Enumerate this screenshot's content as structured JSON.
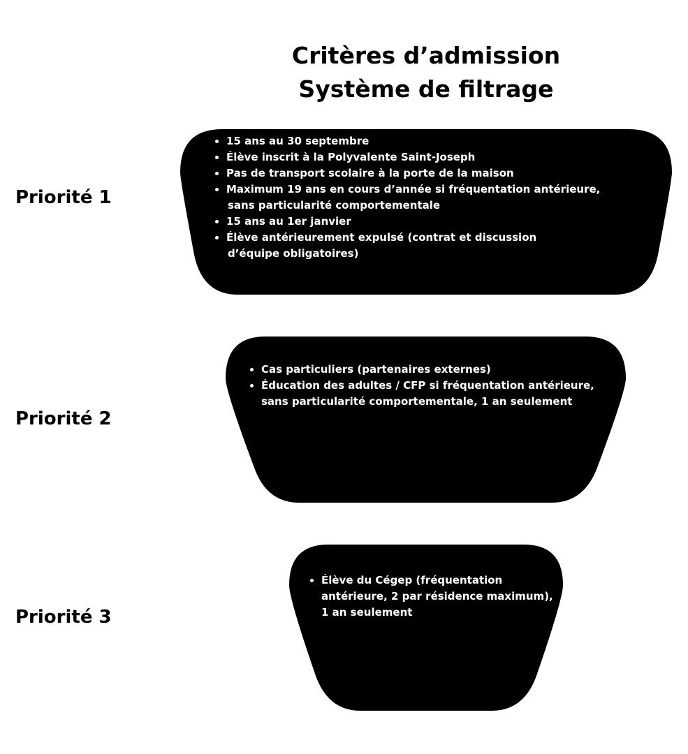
{
  "title": {
    "line1": "Critères d’admission",
    "line2": "Système de filtrage"
  },
  "priorities": [
    {
      "label": "Priorité 1",
      "items": [
        {
          "l1": "15 ans au 30 septembre",
          "l2": ""
        },
        {
          "l1": "Élève inscrit à la Polyvalente Saint-Joseph",
          "l2": ""
        },
        {
          "l1": "Pas de transport scolaire à la porte de la maison",
          "l2": ""
        },
        {
          "l1": "Maximum 19 ans en cours d’année si fréquentation antérieure,",
          "l2": "sans particularité comportementale"
        },
        {
          "l1": "15 ans au 1er janvier",
          "l2": ""
        },
        {
          "l1": "Élève antérieurement expulsé (contrat et discussion",
          "l2": "d’équipe obligatoires)"
        }
      ]
    },
    {
      "label": "Priorité 2",
      "items": [
        {
          "l1": "Cas particuliers (partenaires externes)",
          "l2": ""
        },
        {
          "l1": "Éducation des adultes / CFP si fréquentation antérieure,",
          "l2": "sans particularité comportementale, 1 an seulement"
        }
      ]
    },
    {
      "label": "Priorité 3",
      "items": [
        {
          "l1": "Élève du Cégep (fréquentation",
          "l2": "antérieure, 2 par résidence maximum),"
        },
        {
          "l1": "",
          "l2": "1 an seulement"
        }
      ]
    }
  ],
  "colors": {
    "shape_fill": "#000000",
    "shape_text": "#ffffff",
    "background": "#ffffff"
  }
}
